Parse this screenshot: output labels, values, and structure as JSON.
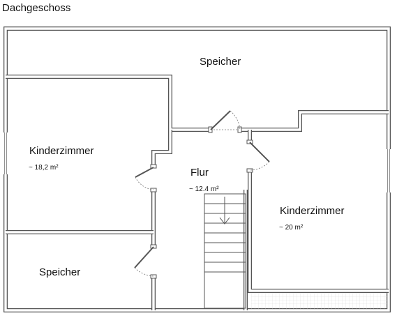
{
  "title": "Dachgeschoss",
  "rooms": {
    "speicher_top": {
      "name": "Speicher"
    },
    "kinderzimmer_left": {
      "name": "Kinderzimmer",
      "area": "~ 18,2 m²"
    },
    "flur": {
      "name": "Flur",
      "area": "~ 12.4 m²"
    },
    "kinderzimmer_right": {
      "name": "Kinderzimmer",
      "area": "~ 20 m²"
    },
    "speicher_bottom": {
      "name": "Speicher"
    }
  },
  "colors": {
    "wall": "#555555",
    "background": "#ffffff",
    "grid": "#d9d9d9"
  }
}
